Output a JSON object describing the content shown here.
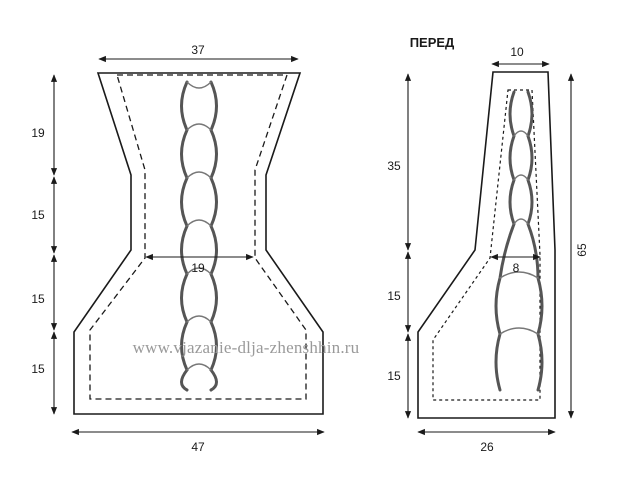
{
  "back": {
    "top_width": "37",
    "waist_width": "19",
    "bottom_width": "47",
    "heights": [
      "19",
      "15",
      "15",
      "15"
    ]
  },
  "front": {
    "title": "ПЕРЕД",
    "top_width": "10",
    "mid_width": "8",
    "bottom_width": "26",
    "heights": [
      "35",
      "15",
      "15"
    ],
    "total_height": "65"
  },
  "watermark": "www.vjazanie-dlja-zhenshhin.ru"
}
